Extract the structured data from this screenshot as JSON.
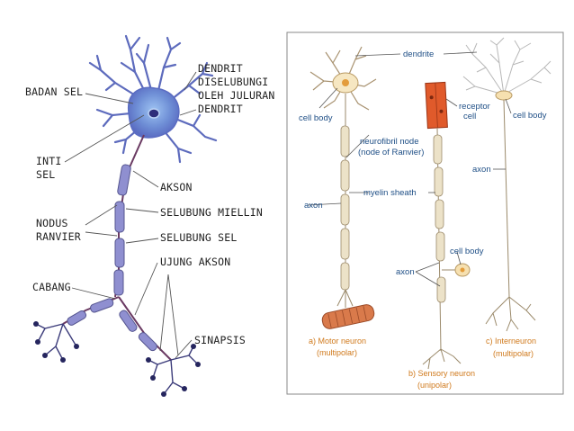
{
  "left_diagram": {
    "labels": {
      "badan_sel": "BADAN SEL",
      "dendrit_1": "DENDRIT",
      "dendrit_2": "DISELUBUNGI",
      "dendrit_3": "OLEH JULURAN",
      "dendrit_4": "DENDRIT",
      "inti_sel_1": "INTI",
      "inti_sel_2": "SEL",
      "akson": "AKSON",
      "selubung_miellin": "SELUBUNG MIELLIN",
      "nodus_1": "NODUS",
      "nodus_2": "RANVIER",
      "selubung_sel": "SELUBUNG SEL",
      "ujung_akson": "UJUNG AKSON",
      "cabang": "CABANG",
      "sinapsis": "SINAPSIS"
    }
  },
  "right_diagram": {
    "labels": {
      "dendrite": "dendrite",
      "cell_body_left": "cell body",
      "receptor_1": "receptor",
      "receptor_2": "cell",
      "cell_body_right": "cell body",
      "neurofibril_1": "neurofibril node",
      "neurofibril_2": "(node of Ranvier)",
      "axon_left": "axon",
      "myelin_sheath": "myelin sheath",
      "axon_right": "axon",
      "cell_body_sensory": "cell body",
      "axon_sensory": "axon",
      "motor_1": "a) Motor neuron",
      "motor_2": "(multipolar)",
      "sensory_1": "b) Sensory neuron",
      "sensory_2": "(unipolar)",
      "inter_1": "c) Interneuron",
      "inter_2": "(multipolar)"
    }
  },
  "colors": {
    "label_blue": "#1f4f86",
    "label_orange": "#d07a1d",
    "neuron_blue": "#6f7ec4",
    "synapse_dot": "#25255e"
  }
}
